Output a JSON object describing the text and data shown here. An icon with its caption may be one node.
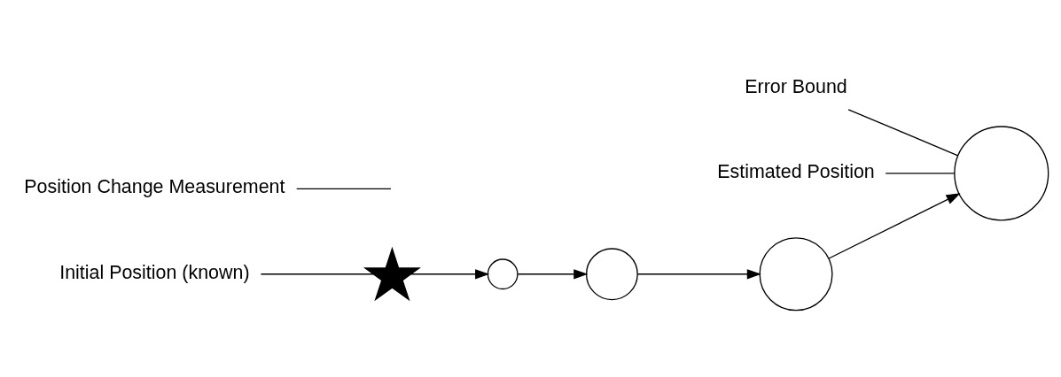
{
  "diagram": {
    "nodes": [
      {
        "text": [],
        "shape": "star"
      },
      {
        "text": [],
        "shape": "circle"
      },
      {
        "text": [],
        "shape": "circle"
      },
      {
        "text": [],
        "shape": "circle"
      },
      {
        "text": [],
        "shape": "circle"
      },
      {
        "text": [
          "Position Change Measurement"
        ]
      },
      {
        "text": [
          "Error Bound"
        ]
      },
      {
        "text": [
          "Estimated Position"
        ]
      },
      {
        "text": [
          "Initial Position (known)"
        ]
      }
    ],
    "edges": [
      {
        "from": 0,
        "to": 1,
        "arrow": "to"
      },
      {
        "from": 1,
        "to": 2,
        "arrow": "to"
      },
      {
        "from": 2,
        "to": 3,
        "arrow": "to"
      },
      {
        "from": 3,
        "to": 4,
        "arrow": "to"
      },
      {
        "from": 5,
        "to": null,
        "arrow": "none"
      },
      {
        "from": 6,
        "to": 4,
        "arrow": "none"
      },
      {
        "from": 7,
        "to": 4,
        "arrow": "none"
      },
      {
        "from": 8,
        "to": 0,
        "arrow": "none"
      }
    ]
  }
}
